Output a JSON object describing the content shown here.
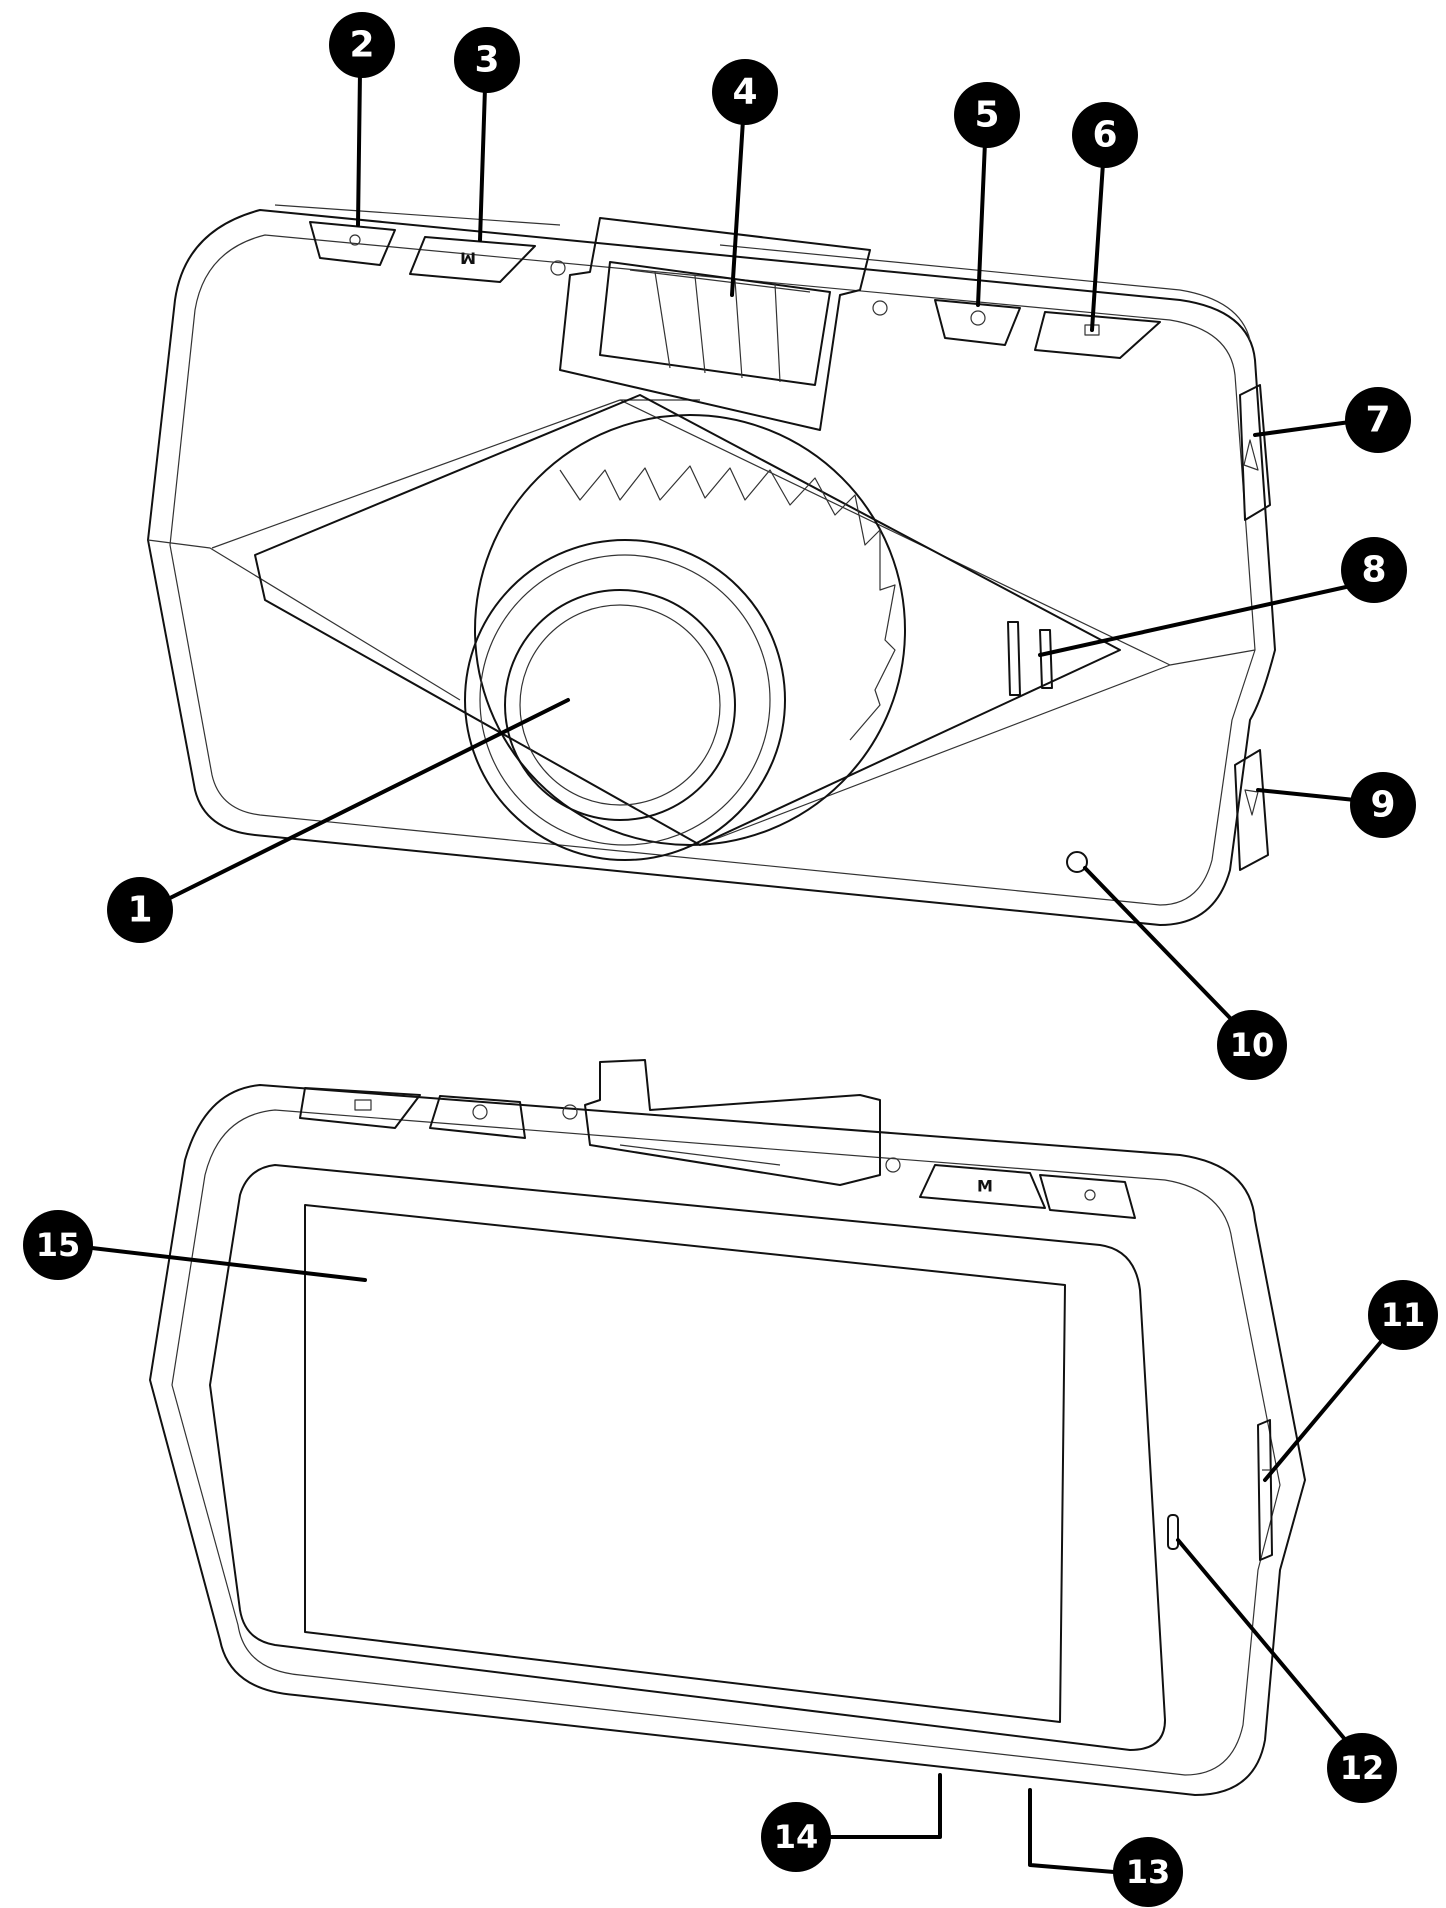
{
  "callouts": {
    "c1": "1",
    "c2": "2",
    "c3": "3",
    "c4": "4",
    "c5": "5",
    "c6": "6",
    "c7": "7",
    "c8": "8",
    "c9": "9",
    "c10": "10",
    "c11": "11",
    "c12": "12",
    "c13": "13",
    "c14": "14",
    "c15": "15"
  },
  "buttons": {
    "mode_letter": "M"
  },
  "colors": {
    "ink": "#000000",
    "badge_text": "#ffffff",
    "background": "#ffffff"
  }
}
